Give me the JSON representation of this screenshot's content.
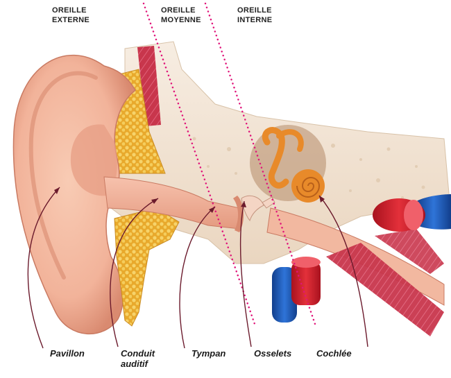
{
  "regions": [
    {
      "id": "externe",
      "text": "OREILLE\nEXTERNE"
    },
    {
      "id": "moyenne",
      "text": "OREILLE\nMOYENNE"
    },
    {
      "id": "interne",
      "text": "OREILLE\nINTERNE"
    }
  ],
  "labels": {
    "pavillon": "Pavillon",
    "conduit": "Conduit\nauditif",
    "tympan": "Tympan",
    "osselets": "Osselets",
    "cochlee": "Cochlée"
  },
  "colors": {
    "skin": "#f2b39a",
    "skin_dark": "#d98a70",
    "bone": "#f3e6d6",
    "fat": "#f0c04a",
    "muscle": "#c8364c",
    "cochlea": "#e88a2a",
    "artery": "#d81e2a",
    "vein": "#1f5fc4",
    "divider": "#e0157a",
    "pointer": "#6b1a2c"
  }
}
